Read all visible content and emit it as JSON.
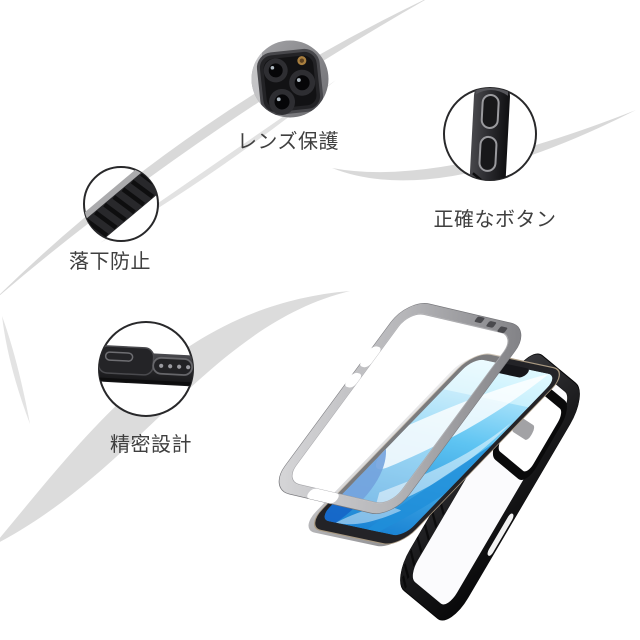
{
  "callouts": [
    {
      "name": "lens-protection",
      "label": "レンズ保護",
      "icon": "camera-lens-detail-icon"
    },
    {
      "name": "accurate-buttons",
      "label": "正確なボタン",
      "icon": "side-buttons-detail-icon"
    },
    {
      "name": "drop-prevention",
      "label": "落下防止",
      "icon": "grip-corner-detail-icon"
    },
    {
      "name": "precision-design",
      "label": "精密設計",
      "icon": "bottom-ports-detail-icon"
    }
  ],
  "colors": {
    "label_text": "#3f3f3f",
    "swoosh_gray": "#d9d9d9",
    "bumper_black": "#141416",
    "cover_frame_gray": "#a6a6a9",
    "screen_blue": "#3fb0ec",
    "lens_sensor_gold": "#a97f3f"
  }
}
